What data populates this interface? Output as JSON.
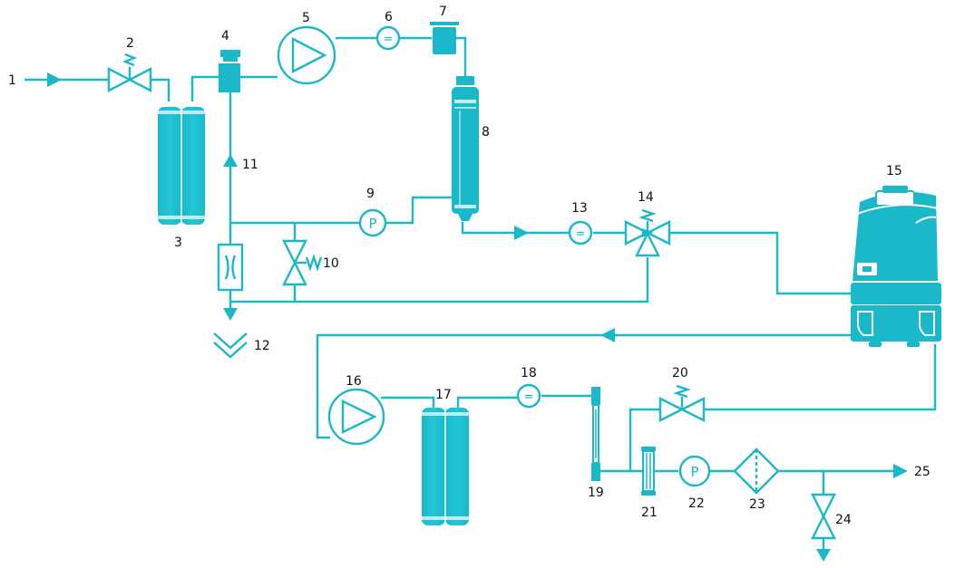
{
  "colors": {
    "accent": "#1ab8c9",
    "accent_dark": "#0e8f9e",
    "label": "#111111",
    "background": "#ffffff"
  },
  "components": [
    {
      "number": "1",
      "icon": "inlet-arrow-icon"
    },
    {
      "number": "2",
      "icon": "pressure-regulator-valve-icon"
    },
    {
      "number": "3",
      "icon": "pretreatment-cartridge-icon"
    },
    {
      "number": "4",
      "icon": "solenoid-valve-icon"
    },
    {
      "number": "5",
      "icon": "pump-icon"
    },
    {
      "number": "6",
      "icon": "conductivity-cell-icon"
    },
    {
      "number": "7",
      "icon": "small-housing-icon"
    },
    {
      "number": "8",
      "icon": "reverse-osmosis-module-icon"
    },
    {
      "number": "9",
      "icon": "pressure-gauge-icon"
    },
    {
      "number": "10",
      "icon": "pressure-relief-valve-icon"
    },
    {
      "number": "11",
      "icon": "flow-direction-arrow-icon"
    },
    {
      "number": "12",
      "icon": "drain-icon"
    },
    {
      "number": "13",
      "icon": "conductivity-cell-icon"
    },
    {
      "number": "14",
      "icon": "three-way-valve-icon"
    },
    {
      "number": "15",
      "icon": "storage-reservoir-icon"
    },
    {
      "number": "16",
      "icon": "pump-icon"
    },
    {
      "number": "17",
      "icon": "polishing-cartridge-icon"
    },
    {
      "number": "18",
      "icon": "conductivity-cell-icon"
    },
    {
      "number": "19",
      "icon": "uv-lamp-icon"
    },
    {
      "number": "20",
      "icon": "pressure-regulator-valve-icon"
    },
    {
      "number": "21",
      "icon": "filter-module-icon"
    },
    {
      "number": "22",
      "icon": "pressure-gauge-icon"
    },
    {
      "number": "23",
      "icon": "final-filter-icon"
    },
    {
      "number": "24",
      "icon": "outlet-valve-icon"
    },
    {
      "number": "25",
      "icon": "outlet-arrow-icon"
    }
  ],
  "symbols": {
    "gauge_letter": "P",
    "conductivity_symbol": "="
  }
}
